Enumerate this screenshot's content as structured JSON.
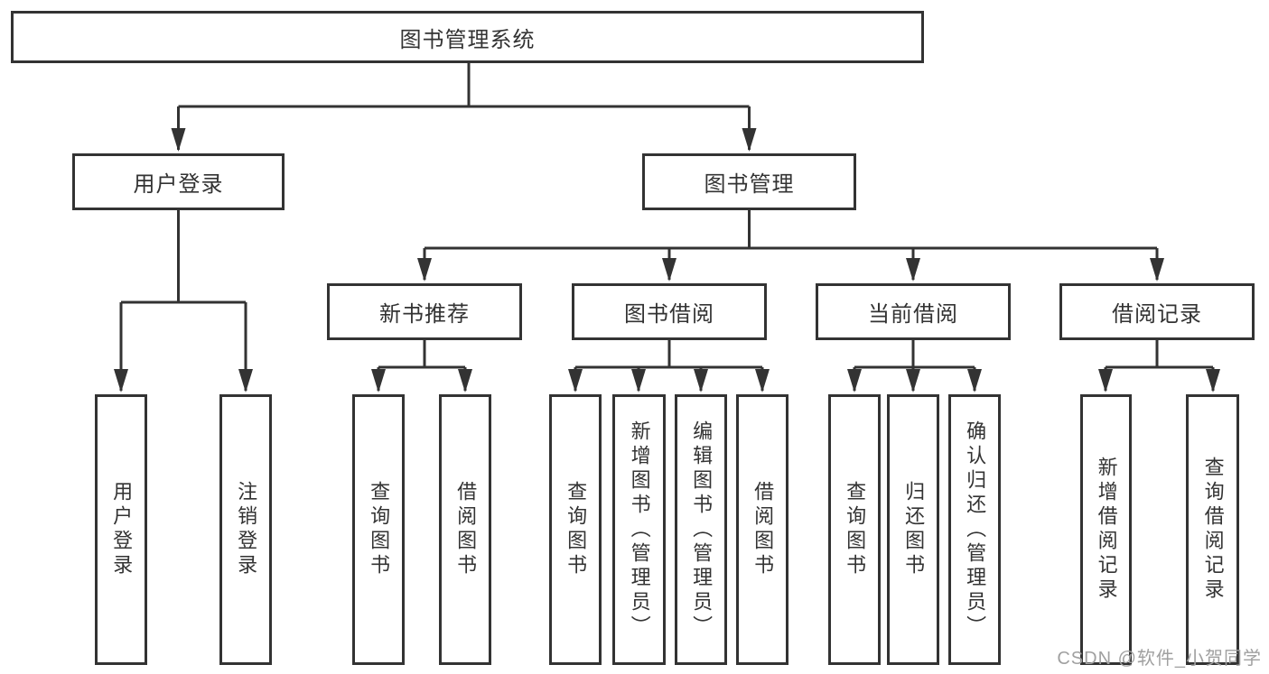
{
  "diagram": {
    "title": "图书管理系统",
    "watermark": "CSDN @软件_小贺同学",
    "colors": {
      "line": "#333333",
      "text": "#333333",
      "background": "#ffffff",
      "watermark": "#a0a0a0"
    },
    "tree": {
      "label": "图书管理系统",
      "children": [
        {
          "label": "用户登录",
          "children": [
            {
              "label": "用户登录"
            },
            {
              "label": "注销登录"
            }
          ]
        },
        {
          "label": "图书管理",
          "children": [
            {
              "label": "新书推荐",
              "children": [
                {
                  "label": "查询图书"
                },
                {
                  "label": "借阅图书"
                }
              ]
            },
            {
              "label": "图书借阅",
              "children": [
                {
                  "label": "查询图书"
                },
                {
                  "label": "新增图书（管理员）"
                },
                {
                  "label": "编辑图书（管理员）"
                },
                {
                  "label": "借阅图书"
                }
              ]
            },
            {
              "label": "当前借阅",
              "children": [
                {
                  "label": "查询图书"
                },
                {
                  "label": "归还图书"
                },
                {
                  "label": "确认归还（管理员）"
                }
              ]
            },
            {
              "label": "借阅记录",
              "children": [
                {
                  "label": "新增借阅记录"
                },
                {
                  "label": "查询借阅记录"
                }
              ]
            }
          ]
        }
      ]
    }
  }
}
